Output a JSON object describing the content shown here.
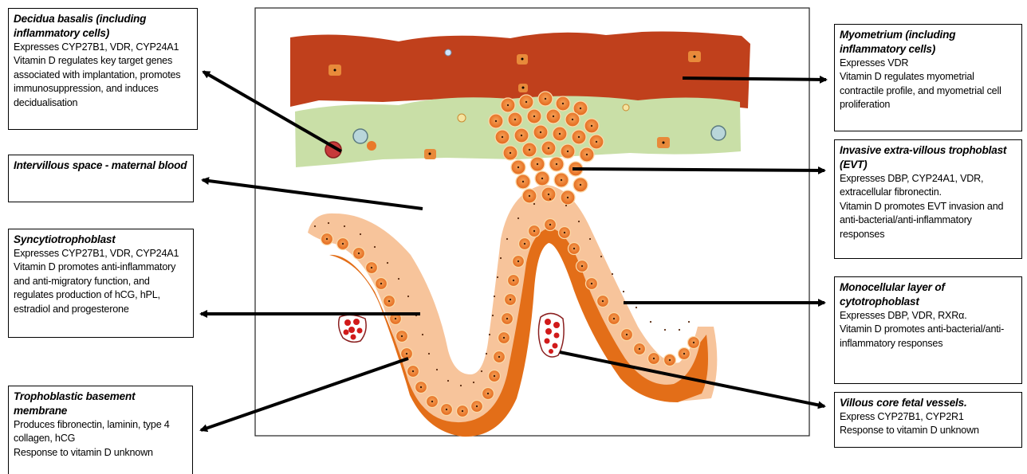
{
  "boxes": {
    "decidua": {
      "title": "Decidua basalis (including inflammatory cells)",
      "lines": [
        "Expresses CYP27B1, VDR, CYP24A1",
        "Vitamin D regulates key target genes associated with implantation, promotes immunosuppression, and induces decidualisation"
      ]
    },
    "intervillous": {
      "title": "Intervillous space - maternal blood",
      "lines": []
    },
    "syncytio": {
      "title": "Syncytiotrophoblast",
      "lines": [
        "Expresses CYP27B1, VDR, CYP24A1",
        "Vitamin D promotes anti-inflammatory and anti-migratory function, and regulates production of hCG, hPL, estradiol and progesterone"
      ]
    },
    "basement": {
      "title": "Trophoblastic basement membrane",
      "lines": [
        "Produces fibronectin, laminin, type 4 collagen, hCG",
        "Response to vitamin D unknown"
      ]
    },
    "myometrium": {
      "title": "Myometrium (including inflammatory cells)",
      "lines": [
        "Expresses VDR",
        "Vitamin D regulates myometrial contractile profile, and myometrial cell proliferation"
      ]
    },
    "evt": {
      "title": "Invasive extra-villous trophoblast (EVT)",
      "lines": [
        "Expresses DBP, CYP24A1, VDR, extracellular fibronectin.",
        "Vitamin D promotes EVT invasion and anti-bacterial/anti-inflammatory responses"
      ]
    },
    "cyto": {
      "title": "Monocellular layer of cytotrophoblast",
      "lines": [
        "Expresses DBP, VDR, RXRα.",
        "Vitamin D promotes anti-bacterial/anti-inflammatory responses"
      ]
    },
    "fetal": {
      "title": "Villous core fetal vessels.",
      "lines": [
        "Express CYP27B1, CYP2R1",
        "Response to vitamin D unknown"
      ]
    }
  },
  "colors": {
    "myometrium": "#c0401c",
    "decidua": "#c9dfa7",
    "villus_inner": "#e36e18",
    "villus_outer": "#f7c49b",
    "cell_fill": "#f08a3a",
    "cell_ring": "#fbd9a8",
    "blood": "#d11a1a",
    "arrow": "#000000"
  }
}
